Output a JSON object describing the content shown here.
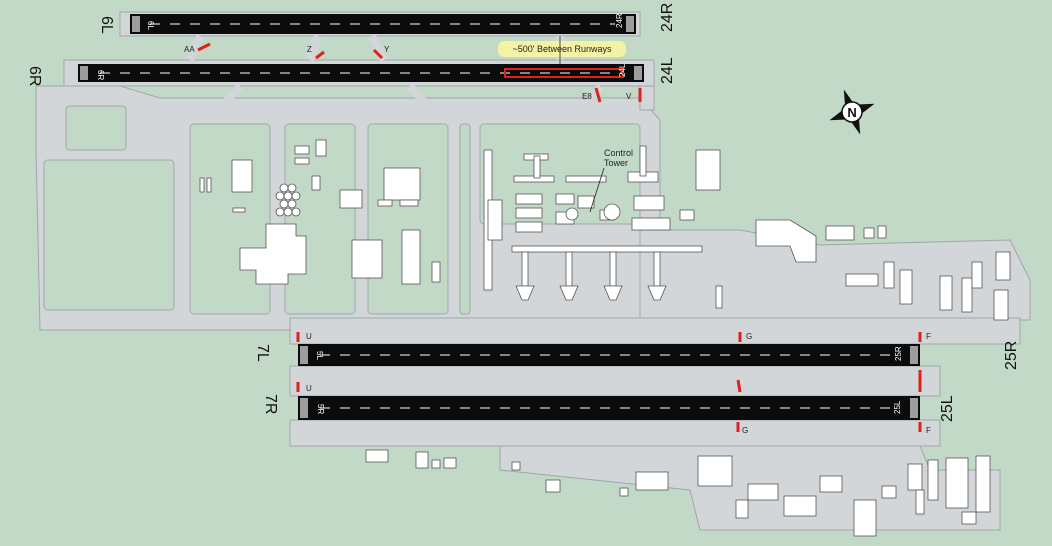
{
  "colors": {
    "background": "#c3d9c8",
    "pavement": "#d2d6d8",
    "pavement_edge": "#9fa6aa",
    "runway": "#0b0b0b",
    "hotspot": "#e0201c",
    "building": "#ffffff",
    "highlight": "#f4f2a4"
  },
  "runway_labels": {
    "r6L": "6L",
    "r24R": "24R",
    "r6R": "6R",
    "r24L": "24L",
    "r7L": "7L",
    "r25R": "25R",
    "r7R": "7R",
    "r25L": "25L"
  },
  "runway_numbers": {
    "n6L": "6L",
    "n24R": "24R",
    "n6R": "6R",
    "n24L": "24L",
    "n5L": "5L",
    "n25R": "25R",
    "n5R": "5R",
    "n25L": "25L"
  },
  "taxiways": {
    "AA": "AA",
    "Z": "Z",
    "Y": "Y",
    "E8": "E8",
    "V": "V",
    "U1": "U",
    "U2": "U",
    "G1": "G",
    "G2": "G",
    "F1": "F",
    "F2": "F"
  },
  "annotations": {
    "separation": "~500' Between Runways",
    "tower_line1": "Control",
    "tower_line2": "Tower"
  },
  "north_arrow_letter": "N",
  "icons": {
    "north": "north-arrow-icon"
  }
}
